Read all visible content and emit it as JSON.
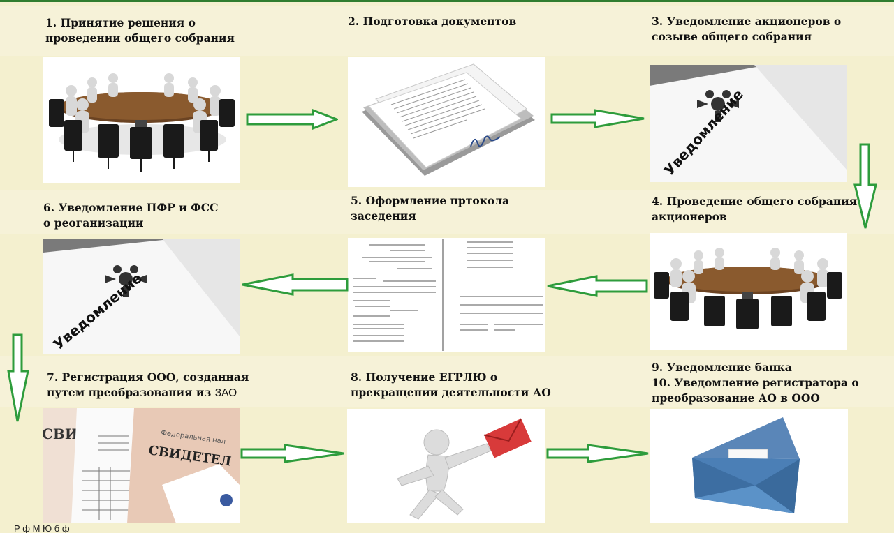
{
  "steps": [
    {
      "id": 1,
      "title": "1. Принятие решения о\nпроведении общего собрания",
      "image": "meeting-table-image"
    },
    {
      "id": 2,
      "title": "2. Подготовка документов",
      "image": "documents-stack-image"
    },
    {
      "id": 3,
      "title": "3. Уведомление акционеров о\nсозыве общего собрания",
      "image": "notification-letter-image"
    },
    {
      "id": 4,
      "title": "4. Проведение общего собрания\nакционеров",
      "image": "meeting-table-image"
    },
    {
      "id": 5,
      "title": "5. Оформление пртокола\nзаседения",
      "image": "protocol-form-image"
    },
    {
      "id": 6,
      "title": "6. Уведомление ПФР и ФСС\nо реоганизации",
      "image": "notification-letter-image"
    },
    {
      "id": 7,
      "title_bold": "7. Регистрация ООО, созданная\nпутем преобразования из ",
      "title_plain": "ЗАО",
      "image": "certificates-image"
    },
    {
      "id": 8,
      "title": "8. Получение ЕГРЛЮ о\nпрекращении деятельности АО",
      "image": "runner-envelope-image"
    },
    {
      "id": 9,
      "title": "9. Уведомление банка\n10. Уведомление регистратора  о\n  преобразование АО в ООО",
      "image": "blue-envelope-image"
    }
  ],
  "image_text": {
    "notice_word": "Уведомление",
    "certificate_word": "СВИДЕТЕЛ",
    "certificate_word_left": "СВИД",
    "fed_text": "Федеральная нал"
  },
  "footer_text": "Р                          ф     М                                    Ю                                    б                          ф",
  "colors": {
    "arrow_green": "#2e9c3c",
    "background": "#f4f0cf",
    "top_line": "#2f7d2f"
  }
}
